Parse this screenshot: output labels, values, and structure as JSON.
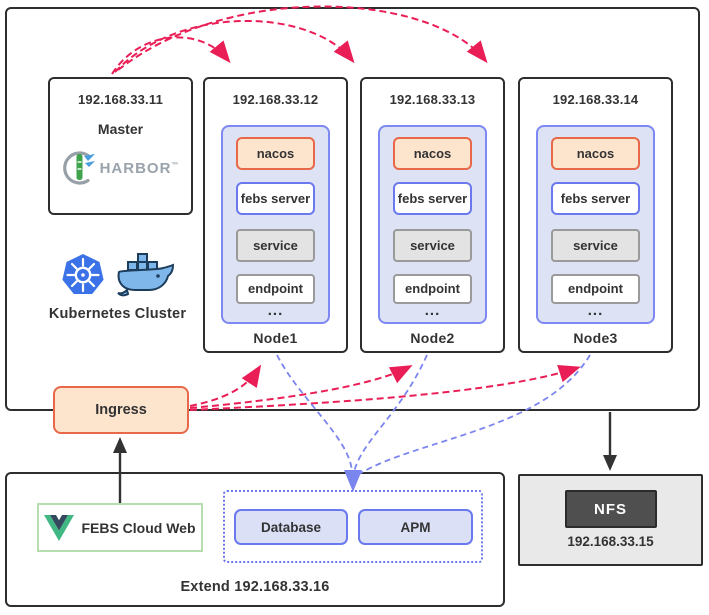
{
  "cluster": {
    "label": "Kubernetes Cluster",
    "master": {
      "ip": "192.168.33.11",
      "label": "Master",
      "registry_name": "HARBOR",
      "registry_tm": "™"
    },
    "nodes": [
      {
        "ip": "192.168.33.12",
        "label": "Node1",
        "pods": {
          "nacos": "nacos",
          "febs": "febs server",
          "service": "service",
          "endpoint": "endpoint",
          "more": "..."
        }
      },
      {
        "ip": "192.168.33.13",
        "label": "Node2",
        "pods": {
          "nacos": "nacos",
          "febs": "febs server",
          "service": "service",
          "endpoint": "endpoint",
          "more": "..."
        }
      },
      {
        "ip": "192.168.33.14",
        "label": "Node3",
        "pods": {
          "nacos": "nacos",
          "febs": "febs server",
          "service": "service",
          "endpoint": "endpoint",
          "more": "..."
        }
      }
    ]
  },
  "ingress": {
    "label": "Ingress"
  },
  "febs_web": {
    "label": "FEBS Cloud Web"
  },
  "extend": {
    "label": "Extend 192.168.33.16",
    "database": "Database",
    "apm": "APM"
  },
  "nfs": {
    "label": "NFS",
    "ip": "192.168.33.15"
  },
  "icons": {
    "kubernetes": "kubernetes-wheel-icon",
    "docker": "docker-whale-icon",
    "harbor": "harbor-lighthouse-logo",
    "vue": "vue-logo"
  },
  "colors": {
    "arrow_red": "#ea1e56",
    "arrow_blue": "#7b85ee",
    "arrow_black": "#333333",
    "orange_border": "#e8684a",
    "orange_fill": "#fde4cd",
    "pod_panel_fill": "#dde2f4",
    "pod_panel_border": "#7d88f2",
    "chip_fill": "#dbe0f7",
    "chip_border": "#6b79ee",
    "green_border": "#b7dcb0",
    "nfs_fill": "#4f4f4f",
    "outline": "#2e2e2e"
  }
}
